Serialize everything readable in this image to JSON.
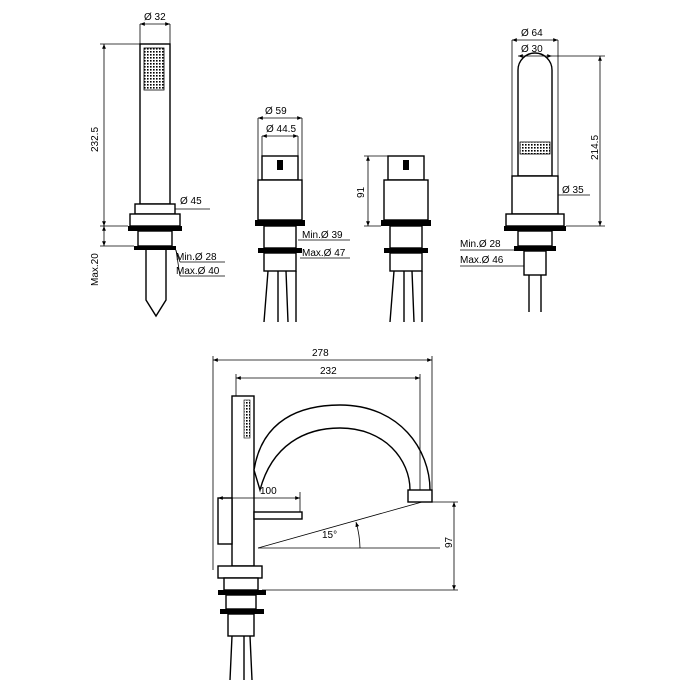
{
  "handshower": {
    "diameter_top": "Ø 32",
    "height": "232.5",
    "diameter_collar": "Ø 45",
    "max_thickness": "Max.20",
    "min_hole": "Min.Ø 28",
    "max_hole": "Max.Ø 40"
  },
  "valve": {
    "diameter_outer": "Ø 59",
    "diameter_inner": "Ø 44.5",
    "min_hole": "Min.Ø 39",
    "max_hole": "Max.Ø 47"
  },
  "valve2": {
    "height": "91"
  },
  "spout": {
    "diameter_base": "Ø 64",
    "diameter_tube": "Ø 30",
    "height": "214.5",
    "diameter_collar": "Ø 35",
    "min_hole": "Min.Ø 28",
    "max_hole": "Max.Ø 46"
  },
  "side_view": {
    "total_reach": "278",
    "spout_reach": "232",
    "handle_length": "100",
    "angle": "15°",
    "outlet_height": "97"
  }
}
